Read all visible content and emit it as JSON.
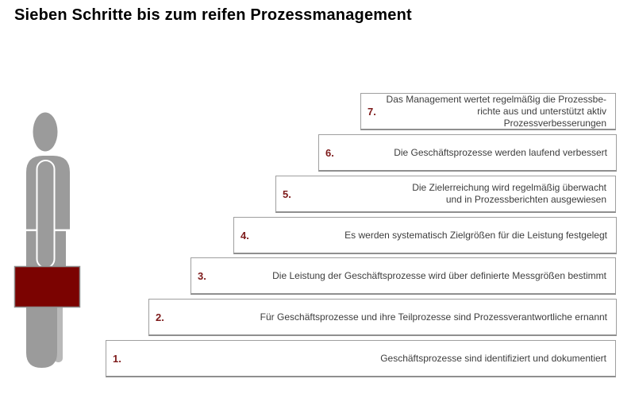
{
  "title": "Sieben Schritte bis zum reifen Prozessmanagement",
  "figure": {
    "label": "person-with-briefcase"
  },
  "colors": {
    "accent_number": "#7d1a1a",
    "briefcase_red": "#7b0301",
    "figure_gray": "#9b9b9b",
    "box_border": "#9f9f9f",
    "body_text": "#3d3d3d"
  },
  "steps": [
    {
      "number": "1.",
      "lines": [
        "Geschäftsprozesse sind identifiziert und dokumentiert"
      ]
    },
    {
      "number": "2.",
      "lines": [
        "Für Geschäftsprozesse und ihre Teilprozesse sind Prozessverantwortliche ernannt"
      ]
    },
    {
      "number": "3.",
      "lines": [
        "Die Leistung der Geschäftsprozesse wird über definierte Messgrößen bestimmt"
      ]
    },
    {
      "number": "4.",
      "lines": [
        "Es werden systematisch Zielgrößen für die Leistung festgelegt"
      ]
    },
    {
      "number": "5.",
      "lines": [
        "Die Zielerreichung wird regelmäßig überwacht",
        "und in Prozessberichten ausgewiesen"
      ]
    },
    {
      "number": "6.",
      "lines": [
        "Die Geschäftsprozesse werden laufend verbessert"
      ]
    },
    {
      "number": "7.",
      "lines": [
        "Das Management wertet regelmäßig die Prozessbe-",
        "richte aus und unterstützt aktiv Prozessverbesserungen"
      ]
    }
  ]
}
